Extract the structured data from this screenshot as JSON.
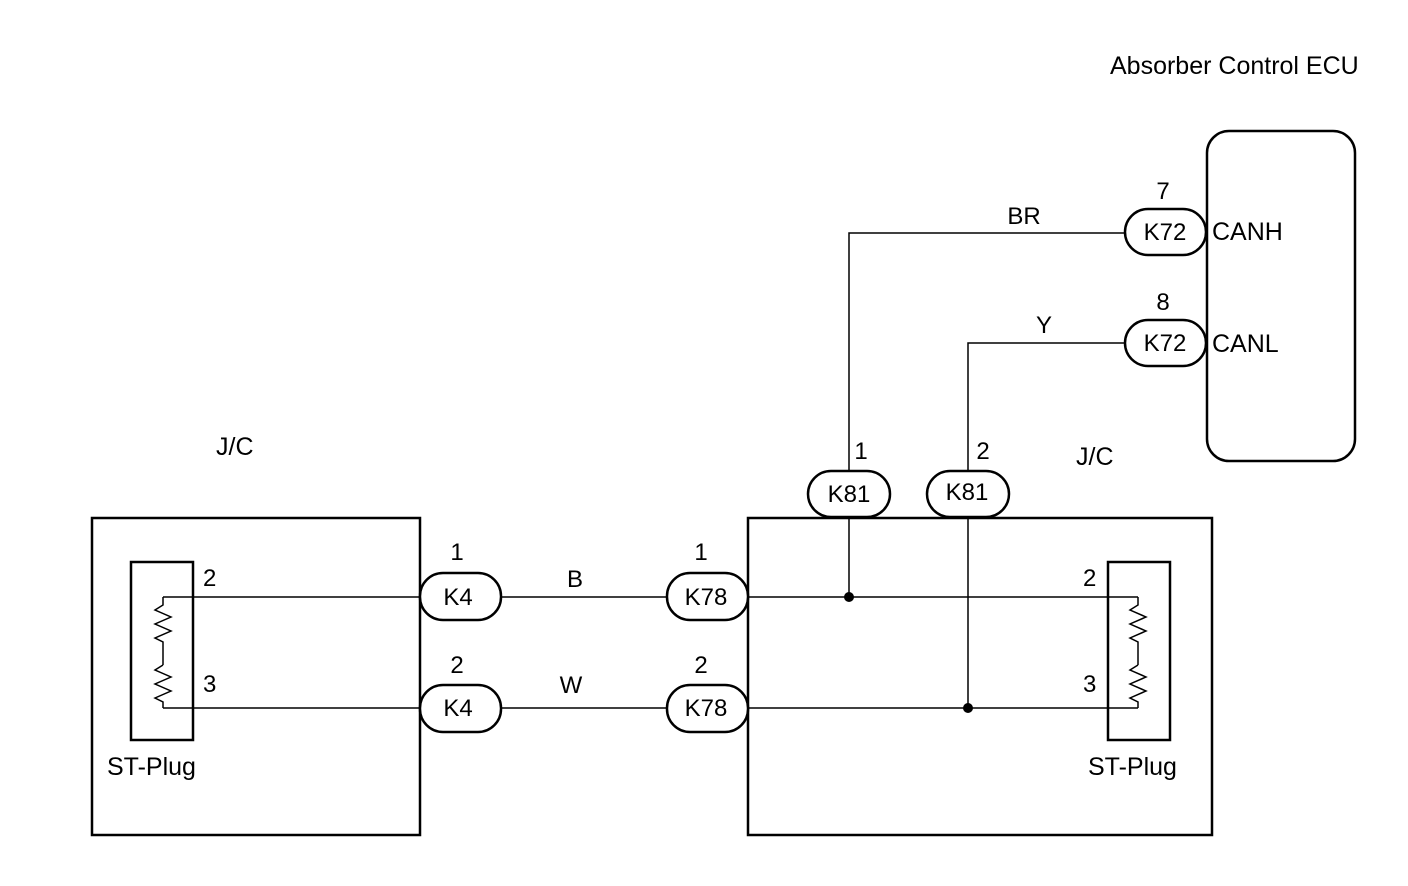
{
  "ecu": {
    "title": "Absorber Control ECU",
    "pin_canh": "CANH",
    "pin_canl": "CANL"
  },
  "jc_left": {
    "label": "J/C",
    "plug_label": "ST-Plug",
    "pin_top": "2",
    "pin_bottom": "3"
  },
  "jc_right": {
    "label": "J/C",
    "plug_label": "ST-Plug",
    "pin_top": "2",
    "pin_bottom": "3"
  },
  "connectors": {
    "k72_canh": {
      "name": "K72",
      "pin": "7"
    },
    "k72_canl": {
      "name": "K72",
      "pin": "8"
    },
    "k81_a": {
      "name": "K81",
      "pin": "1"
    },
    "k81_b": {
      "name": "K81",
      "pin": "2"
    },
    "k4_top": {
      "name": "K4",
      "pin": "1"
    },
    "k4_bottom": {
      "name": "K4",
      "pin": "2"
    },
    "k78_top": {
      "name": "K78",
      "pin": "1"
    },
    "k78_bottom": {
      "name": "K78",
      "pin": "2"
    }
  },
  "wires": {
    "canh_color": "BR",
    "canl_color": "Y",
    "top_color": "B",
    "bottom_color": "W"
  }
}
